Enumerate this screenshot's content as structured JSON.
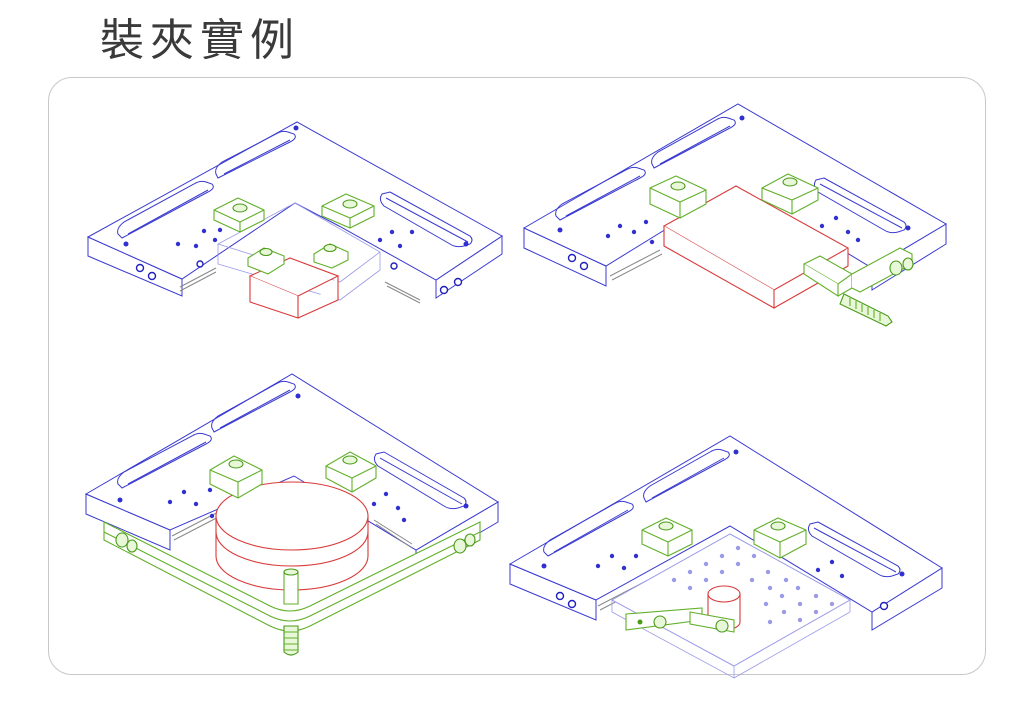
{
  "page": {
    "title": "裝夾實例"
  },
  "examples": [
    {
      "id": "example-1",
      "fixture": "angle-plate",
      "workpiece": "rectangular-block",
      "clamps": 4
    },
    {
      "id": "example-2",
      "fixture": "angle-plate",
      "workpiece": "rectangular-plate",
      "clamps": 2,
      "accessory": "screw-pusher"
    },
    {
      "id": "example-3",
      "fixture": "angle-plate",
      "workpiece": "round-disc",
      "clamps": 2,
      "accessory": "u-shaped-bar-pusher"
    },
    {
      "id": "example-4",
      "fixture": "angle-plate",
      "workpiece": "cylinder-on-perforated-plate",
      "clamps": 2,
      "accessory": "lever-clamp"
    }
  ],
  "colors": {
    "fixture": "#3a3ad0",
    "workpiece": "#d83a3a",
    "clamp": "#62b02a",
    "frame": "#c8c8c8",
    "title": "#3a3a3a"
  }
}
